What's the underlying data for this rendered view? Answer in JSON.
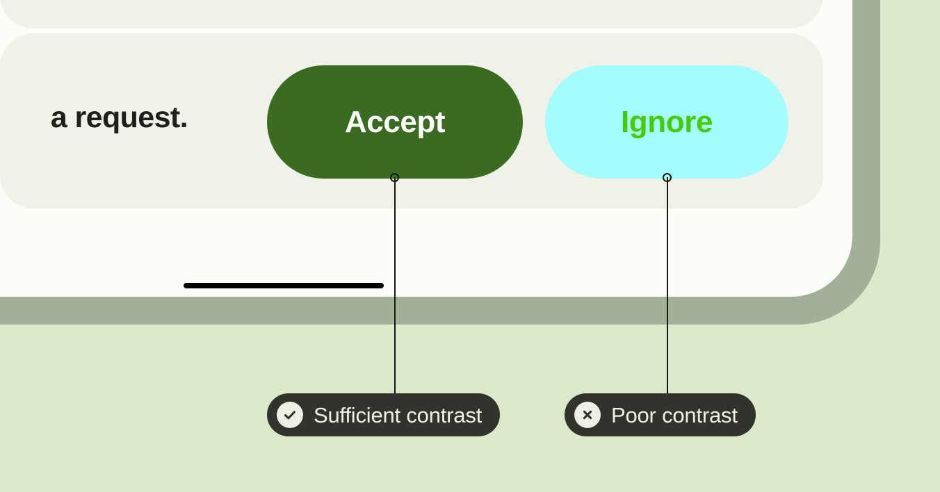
{
  "colors": {
    "page_background": "#dce9ca",
    "device_frame": "#a3af98",
    "screen_background": "#fdfdf7",
    "card_background": "#eff2e8",
    "accept_button_fill": "#3b6a21",
    "accept_button_text": "#ffffff",
    "ignore_button_fill": "#a5fcfc",
    "ignore_button_text": "#44cc00",
    "annotation_pill_fill": "#31332c",
    "annotation_pill_text": "#f1f0e7",
    "annotation_icon_fill": "#f0efe6",
    "annotation_line": "#14170f",
    "message_text": "#1d2119",
    "home_indicator": "#000000"
  },
  "screen": {
    "message": {
      "text": "a request."
    },
    "actions": {
      "accept_label": "Accept",
      "ignore_label": "Ignore"
    },
    "home_indicator_label": "home-indicator"
  },
  "annotations": [
    {
      "id": "sufficient-contrast",
      "label": "Sufficient contrast",
      "icon": "check-icon",
      "target": "accept-button"
    },
    {
      "id": "poor-contrast",
      "label": "Poor contrast",
      "icon": "x-icon",
      "target": "ignore-button"
    }
  ]
}
